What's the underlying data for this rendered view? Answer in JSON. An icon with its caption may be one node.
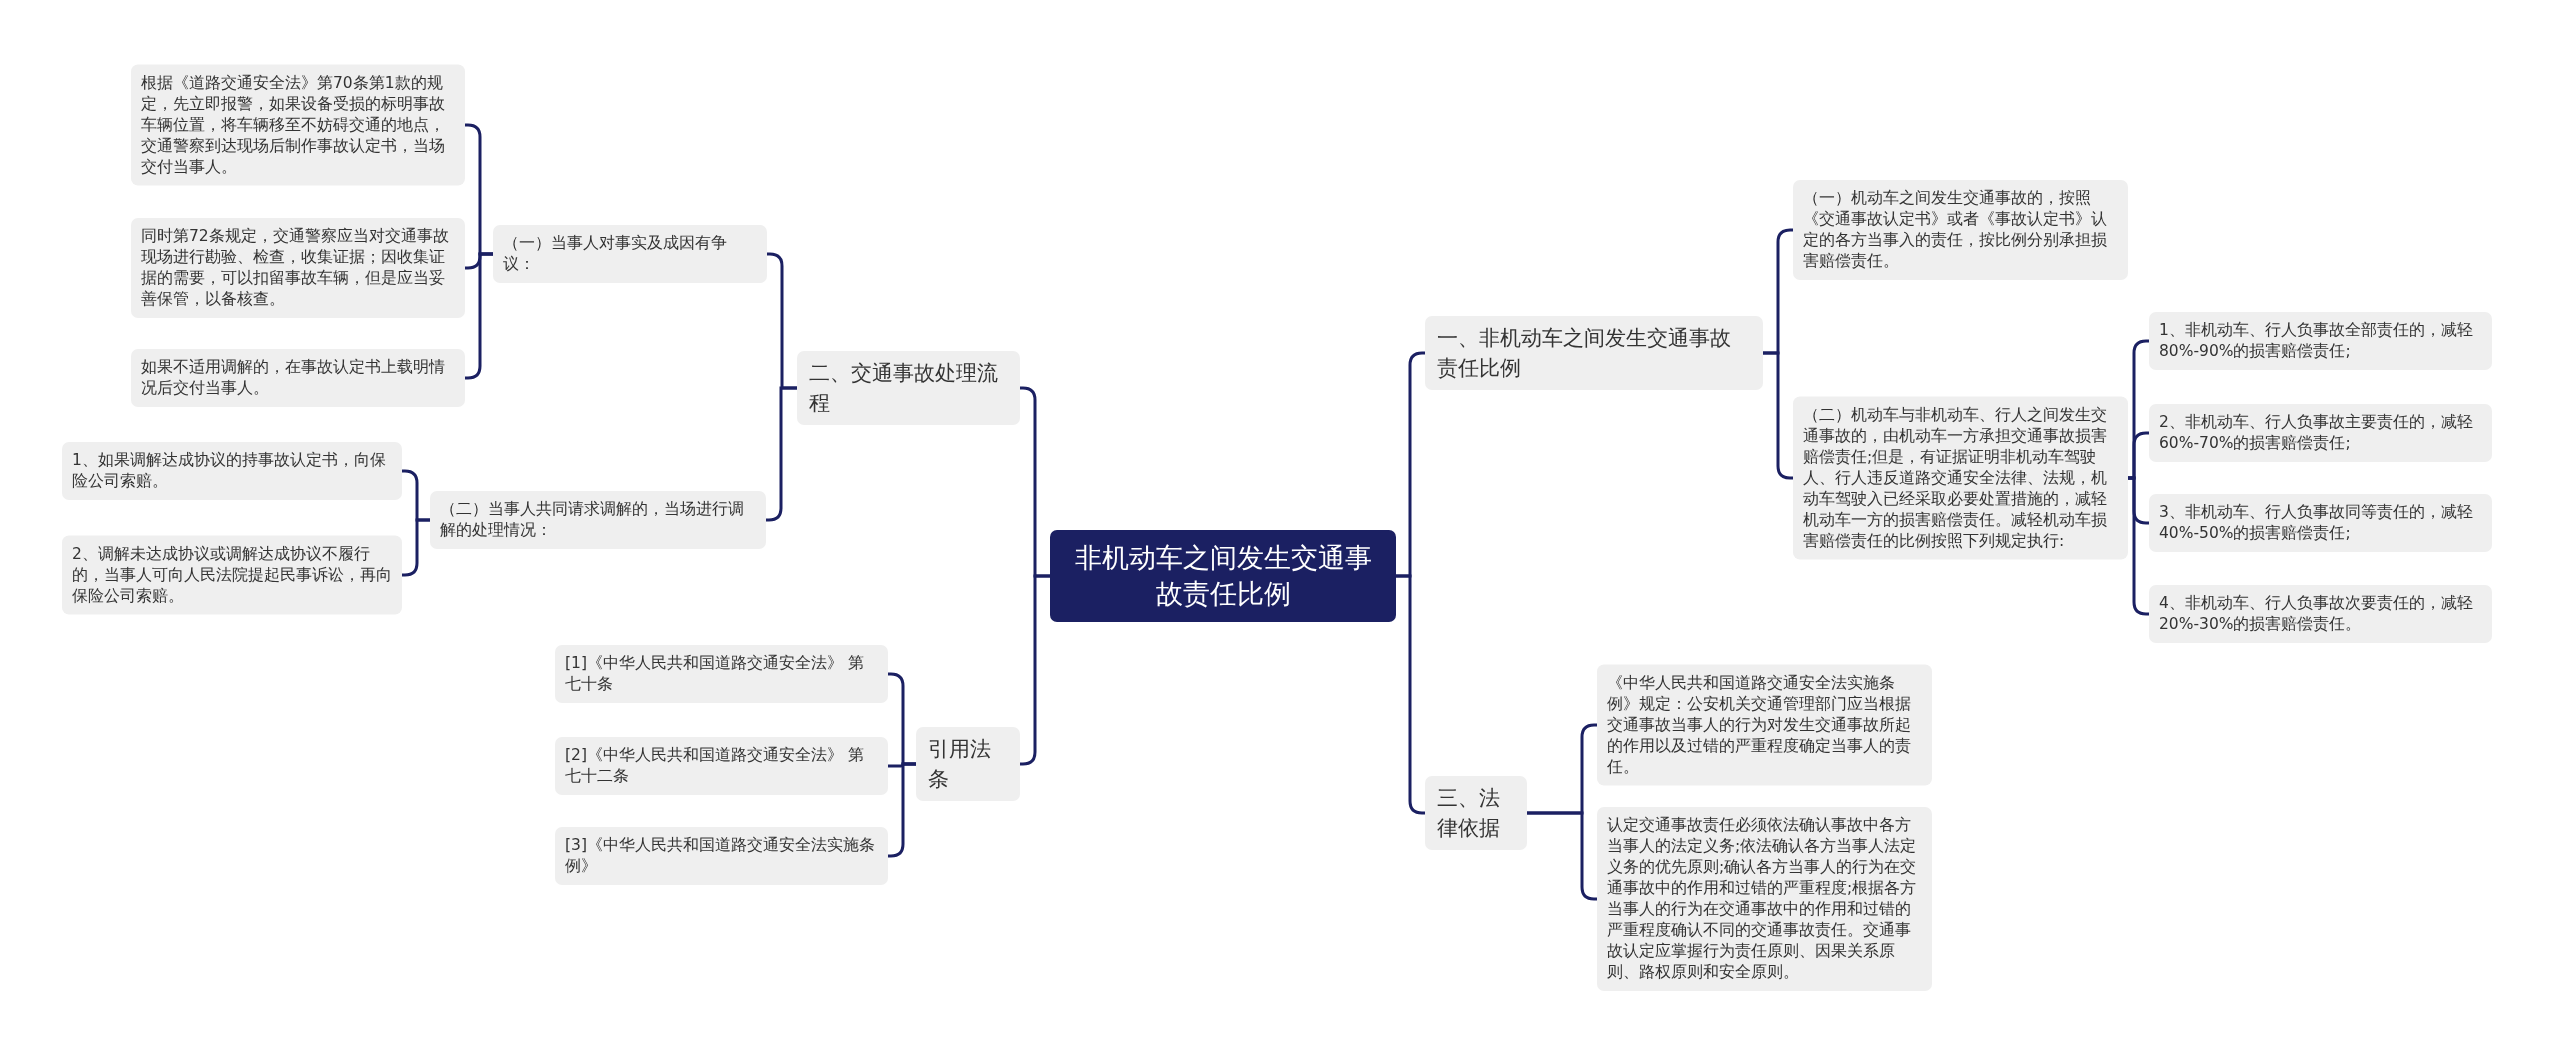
{
  "diagram": {
    "nodes": [
      {
        "text": [
          "非机动车之间发生交通事故责任比例"
        ]
      },
      {
        "text": [
          "一、非机动车之间发生交通事故责任比例"
        ]
      },
      {
        "text": [
          "（一）机动车之间发生交通事故的，按照《交通事故认定书》或者《事故认定书》认定的各方当事入的责任，按比例分别承担损害赔偿责任。"
        ]
      },
      {
        "text": [
          "（二）机动车与非机动车、行人之间发生交通事故的，由机动车一方承担交通事故损害赔偿责任;但是，有证据证明非机动车驾驶人、行人违反道路交通安全法律、法规，机动车驾驶入已经采取必要处置措施的，减轻机动车一方的损害赔偿责任。减轻机动车损害赔偿责任的比例按照下列规定执行:"
        ]
      },
      {
        "text": [
          "1、非机动车、行人负事故全部责任的，减轻80%-90%的损害赔偿责任;"
        ]
      },
      {
        "text": [
          "2、非机动车、行人负事故主要责任的，减轻60%-70%的损害赔偿责任;"
        ]
      },
      {
        "text": [
          "3、非机动车、行人负事故同等责任的，减轻40%-50%的损害赔偿责任;"
        ]
      },
      {
        "text": [
          "4、非机动车、行人负事故次要责任的，减轻20%-30%的损害赔偿责任。"
        ]
      },
      {
        "text": [
          "三、法律依据"
        ]
      },
      {
        "text": [
          "《中华人民共和国道路交通安全法实施条例》规定：公安机关交通管理部门应当根据交通事故当事人的行为对发生交通事故所起的作用以及过错的严重程度确定当事人的责任。"
        ]
      },
      {
        "text": [
          "认定交通事故责任必须依法确认事故中各方当事人的法定义务;依法确认各方当事人法定义务的优先原则;确认各方当事人的行为在交通事故中的作用和过错的严重程度;根据各方当事人的行为在交通事故中的作用和过错的严重程度确认不同的交通事故责任。交通事故认定应掌握行为责任原则、因果关系原则、路权原则和安全原则。"
        ]
      },
      {
        "text": [
          "二、交通事故处理流程"
        ]
      },
      {
        "text": [
          "（一）当事人对事实及成因有争议："
        ]
      },
      {
        "text": [
          "根据《道路交通安全法》第70条第1款的规定，先立即报警，如果设备受损的标明事故车辆位置，将车辆移至不妨碍交通的地点，交通警察到达现场后制作事故认定书，当场交付当事人。"
        ]
      },
      {
        "text": [
          "同时第72条规定，交通警察应当对交通事故现场进行勘验、检查，收集证据；因收集证据的需要，可以扣留事故车辆，但是应当妥善保管，以备核查。"
        ]
      },
      {
        "text": [
          "如果不适用调解的，在事故认定书上载明情况后交付当事人。"
        ]
      },
      {
        "text": [
          "（二）当事人共同请求调解的，当场进行调解的处理情况："
        ]
      },
      {
        "text": [
          "1、如果调解达成协议的持事故认定书，向保险公司索赔。"
        ]
      },
      {
        "text": [
          "2、调解未达成协议或调解达成协议不履行的，当事人可向人民法院提起民事诉讼，再向保险公司索赔。"
        ]
      },
      {
        "text": [
          "引用法条"
        ]
      },
      {
        "text": [
          "[1]《中华人民共和国道路交通安全法》 第七十条"
        ]
      },
      {
        "text": [
          "[2]《中华人民共和国道路交通安全法》 第七十二条"
        ]
      },
      {
        "text": [
          "[3]《中华人民共和国道路交通安全法实施条例》"
        ]
      }
    ],
    "edges": [
      {
        "from": 0,
        "to": 1,
        "arrow": "none"
      },
      {
        "from": 1,
        "to": 2,
        "arrow": "none"
      },
      {
        "from": 1,
        "to": 3,
        "arrow": "none"
      },
      {
        "from": 3,
        "to": 4,
        "arrow": "none"
      },
      {
        "from": 3,
        "to": 5,
        "arrow": "none"
      },
      {
        "from": 3,
        "to": 6,
        "arrow": "none"
      },
      {
        "from": 3,
        "to": 7,
        "arrow": "none"
      },
      {
        "from": 0,
        "to": 8,
        "arrow": "none"
      },
      {
        "from": 8,
        "to": 9,
        "arrow": "none"
      },
      {
        "from": 8,
        "to": 10,
        "arrow": "none"
      },
      {
        "from": 0,
        "to": 11,
        "arrow": "none"
      },
      {
        "from": 11,
        "to": 12,
        "arrow": "none"
      },
      {
        "from": 12,
        "to": 13,
        "arrow": "none"
      },
      {
        "from": 12,
        "to": 14,
        "arrow": "none"
      },
      {
        "from": 12,
        "to": 15,
        "arrow": "none"
      },
      {
        "from": 11,
        "to": 16,
        "arrow": "none"
      },
      {
        "from": 16,
        "to": 17,
        "arrow": "none"
      },
      {
        "from": 16,
        "to": 18,
        "arrow": "none"
      },
      {
        "from": 0,
        "to": 19,
        "arrow": "none"
      },
      {
        "from": 19,
        "to": 20,
        "arrow": "none"
      },
      {
        "from": 19,
        "to": 21,
        "arrow": "none"
      },
      {
        "from": 19,
        "to": 22,
        "arrow": "none"
      }
    ]
  }
}
